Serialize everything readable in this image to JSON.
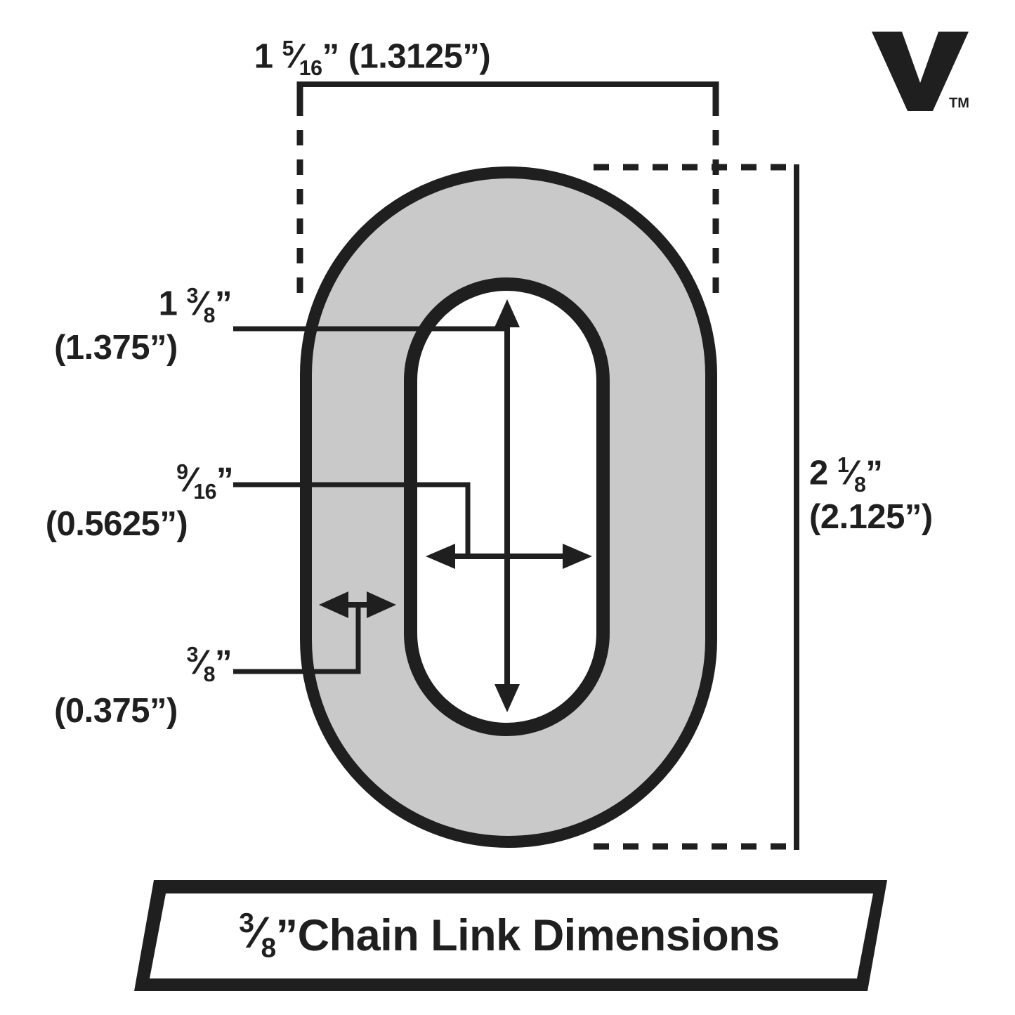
{
  "page": {
    "title": "3/8\" Chain Link Dimensions",
    "background_color": "#ffffff",
    "ink_color": "#1f1f1f",
    "fill_color": "#c9c9c9"
  },
  "logo": {
    "name": "V",
    "trademark": "TM"
  },
  "dimensions": {
    "outer_width": {
      "fraction_whole": "1",
      "fraction_num": "5",
      "fraction_den": "16",
      "unit": "”",
      "decimal": "(1.3125”)",
      "full": "1 5/16” (1.3125”)"
    },
    "inner_length": {
      "fraction_whole": "1",
      "fraction_num": "3",
      "fraction_den": "8",
      "unit": "”",
      "decimal": "(1.375”)",
      "full": "1 3/8” (1.375”)"
    },
    "inner_width": {
      "fraction_whole": "",
      "fraction_num": "9",
      "fraction_den": "16",
      "unit": "”",
      "decimal": "(0.5625”)",
      "full": "9/16” (0.5625”)"
    },
    "material_thickness": {
      "fraction_whole": "",
      "fraction_num": "3",
      "fraction_den": "8",
      "unit": "”",
      "decimal": "(0.375”)",
      "full": "3/8” (0.375”)"
    },
    "outer_height": {
      "fraction_whole": "2",
      "fraction_num": "1",
      "fraction_den": "8",
      "unit": "”",
      "decimal": "(2.125”)",
      "full": "2 1/8” (2.125”)"
    }
  },
  "banner": {
    "size_num": "3",
    "size_den": "8",
    "unit": "”",
    "text": " Chain Link Dimensions"
  }
}
